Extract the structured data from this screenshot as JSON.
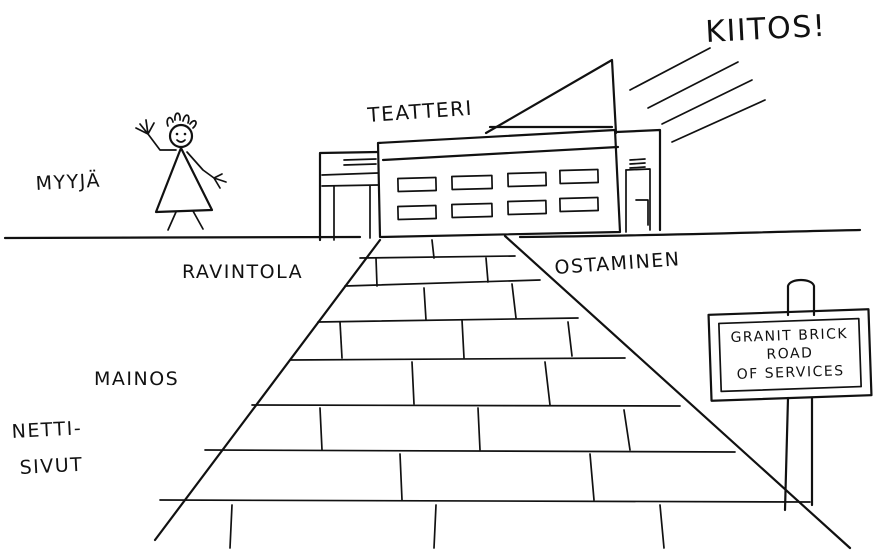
{
  "labels": {
    "kiitos": "KIITOS!",
    "teatteri": "TEATTERI",
    "myyja": "MYYJÄ",
    "ravintola": "RAVINTOLA",
    "ostaminen": "OSTAMINEN",
    "mainos": "MAINOS",
    "nettisivut_line1": "NETTI-",
    "nettisivut_line2": "SIVUT"
  },
  "sign": {
    "line1": "GRANIT BRICK",
    "line2": "ROAD",
    "line3": "OF SERVICES"
  },
  "colors": {
    "ink": "#111111",
    "paper": "#ffffff"
  }
}
